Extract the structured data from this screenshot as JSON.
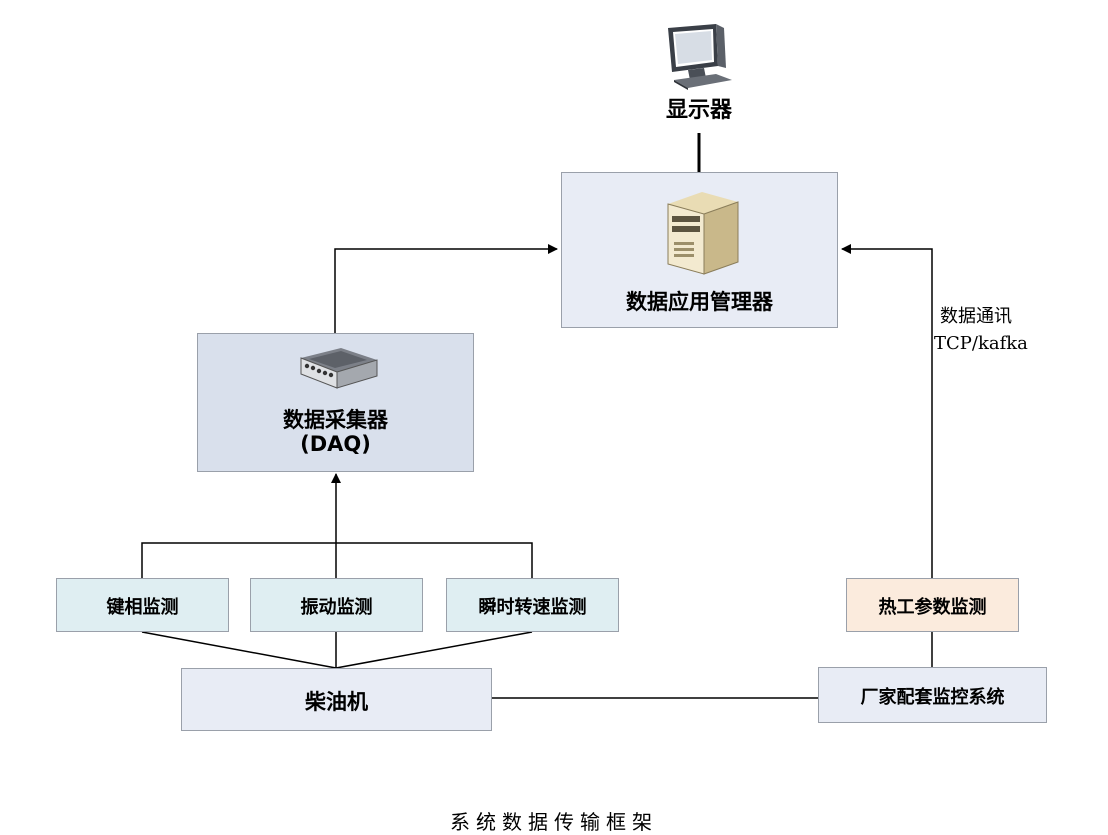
{
  "display": {
    "label": "显示器",
    "icon": "monitor-icon"
  },
  "manager": {
    "label": "数据应用管理器",
    "icon": "server-icon",
    "fill": "#e8ecf5"
  },
  "daq": {
    "label_line1": "数据采集器",
    "label_line2": "(DAQ)",
    "icon": "daq-device-icon",
    "fill": "#d9e0ec"
  },
  "monitors": [
    {
      "label": "键相监测",
      "fill": "#dfeef2"
    },
    {
      "label": "振动监测",
      "fill": "#dfeef2"
    },
    {
      "label": "瞬时转速监测",
      "fill": "#dfeef2"
    }
  ],
  "thermal": {
    "label": "热工参数监测",
    "fill": "#fbebdd"
  },
  "engine": {
    "label": "柴油机",
    "fill": "#e8ecf5"
  },
  "vendor": {
    "label": "厂家配套监控系统",
    "fill": "#e8ecf5"
  },
  "link": {
    "line1": "数据通讯",
    "line2": "TCP/kafka"
  },
  "caption": "系统数据传输框架"
}
